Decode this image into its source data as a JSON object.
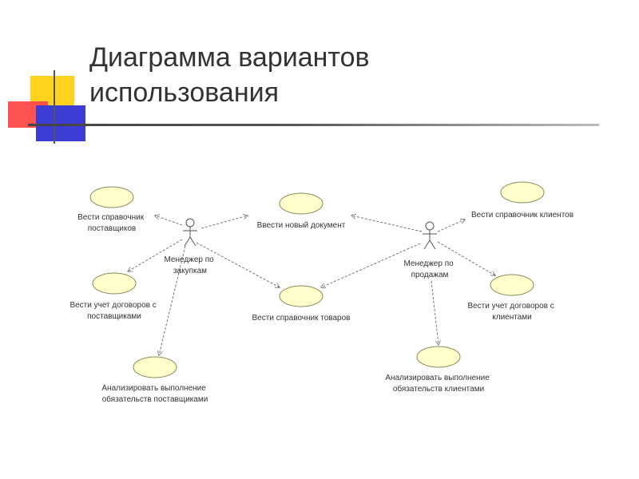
{
  "slide": {
    "title_line1": "Диаграмма вариантов",
    "title_line2": "использования"
  },
  "actors": {
    "purchasing_manager": [
      "Менеджер по",
      "закупкам"
    ],
    "sales_manager": [
      "Менеджер по",
      "продажам"
    ]
  },
  "use_cases": {
    "supplier_directory": [
      "Вести справочник",
      "поставщиков"
    ],
    "new_document": [
      "Ввести новый документ"
    ],
    "customer_directory": [
      "Вести справочник клиентов"
    ],
    "supplier_contracts": [
      "Вести учет договоров с",
      "поставщиками"
    ],
    "product_directory": [
      "Вести справочник товаров"
    ],
    "customer_contracts": [
      "Вести учет договоров с",
      "клиентами"
    ],
    "supplier_obligations": [
      "Анализировать выполнение",
      "обязательств поставщиками"
    ],
    "customer_obligations": [
      "Анализировать выполнение",
      "обязательств клиентами"
    ]
  },
  "colors": {
    "ellipse_fill": "#ffffcc",
    "ellipse_stroke": "#8a8a60",
    "line": "#666666"
  }
}
